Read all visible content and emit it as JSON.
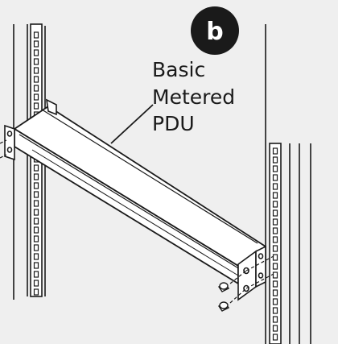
{
  "figure": {
    "step_badge": "b",
    "callout_label_lines": [
      "Basic",
      "Metered",
      "PDU"
    ]
  },
  "colors": {
    "background": "#efefef",
    "line": "#1a1a1a",
    "badge_fill": "#1a1a1a",
    "badge_text": "#ffffff",
    "fill": "#ffffff"
  }
}
